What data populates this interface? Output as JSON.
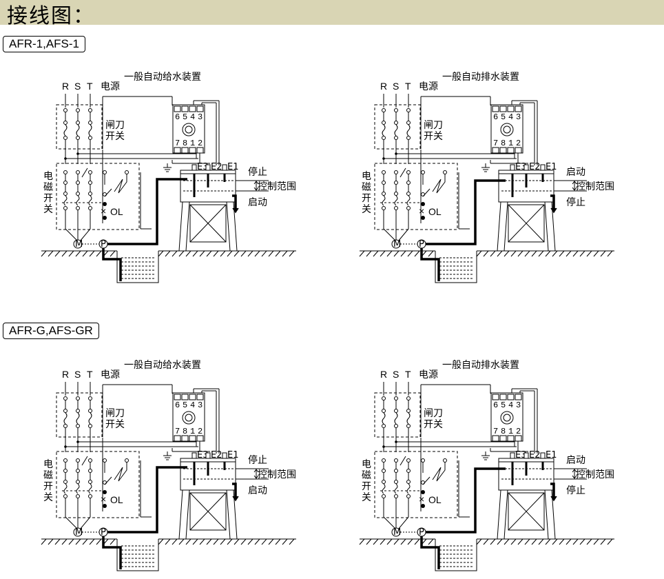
{
  "header": {
    "title": "接线图："
  },
  "sections": [
    {
      "label": "AFR-1,AFS-1"
    },
    {
      "label": "AFR-G,AFS-GR"
    }
  ],
  "diagrams": [
    {
      "title": "一般自动给水装置",
      "phases": [
        "R",
        "S",
        "T"
      ],
      "power": "电源",
      "knife_switch": [
        "闸刀",
        "开关"
      ],
      "contactor": [
        "电",
        "磁",
        "开",
        "关"
      ],
      "overload": "OL",
      "motor": "M",
      "pump": "P",
      "terminals_top": [
        "6",
        "5",
        "4",
        "3"
      ],
      "terminals_bottom": [
        "7",
        "8",
        "1",
        "2"
      ],
      "electrodes": [
        "E3",
        "E2",
        "E1"
      ],
      "level_top": "停止",
      "level_range": "控制范围",
      "level_bottom": "启动",
      "mode": "supply"
    },
    {
      "title": "一般自动排水装置",
      "phases": [
        "R",
        "S",
        "T"
      ],
      "power": "电源",
      "knife_switch": [
        "闸刀",
        "开关"
      ],
      "contactor": [
        "电",
        "磁",
        "开",
        "关"
      ],
      "overload": "OL",
      "motor": "M",
      "pump": "P",
      "terminals_top": [
        "6",
        "5",
        "4",
        "3"
      ],
      "terminals_bottom": [
        "7",
        "8",
        "1",
        "2"
      ],
      "electrodes": [
        "E3",
        "E2",
        "E1"
      ],
      "level_top": "启动",
      "level_range": "控制范围",
      "level_bottom": "停止",
      "mode": "drain"
    },
    {
      "title": "一般自动给水装置",
      "phases": [
        "R",
        "S",
        "T"
      ],
      "power": "电源",
      "knife_switch": [
        "闸刀",
        "开关"
      ],
      "contactor": [
        "电",
        "磁",
        "开",
        "关"
      ],
      "overload": "OL",
      "motor": "M",
      "pump": "P",
      "terminals_top": [
        "6",
        "5",
        "4",
        "3"
      ],
      "terminals_bottom": [
        "7",
        "8",
        "1",
        "2"
      ],
      "electrodes": [
        "E3",
        "E2",
        "E1"
      ],
      "level_top": "停止",
      "level_range": "控制范围",
      "level_bottom": "启动",
      "mode": "supply"
    },
    {
      "title": "一般自动排水装置",
      "phases": [
        "R",
        "S",
        "T"
      ],
      "power": "电源",
      "knife_switch": [
        "闸刀",
        "开关"
      ],
      "contactor": [
        "电",
        "磁",
        "开",
        "关"
      ],
      "overload": "OL",
      "motor": "M",
      "pump": "P",
      "terminals_top": [
        "6",
        "5",
        "4",
        "3"
      ],
      "terminals_bottom": [
        "7",
        "8",
        "1",
        "2"
      ],
      "electrodes": [
        "E3",
        "E2",
        "E1"
      ],
      "level_top": "启动",
      "level_range": "控制范围",
      "level_bottom": "停止",
      "mode": "drain"
    }
  ]
}
